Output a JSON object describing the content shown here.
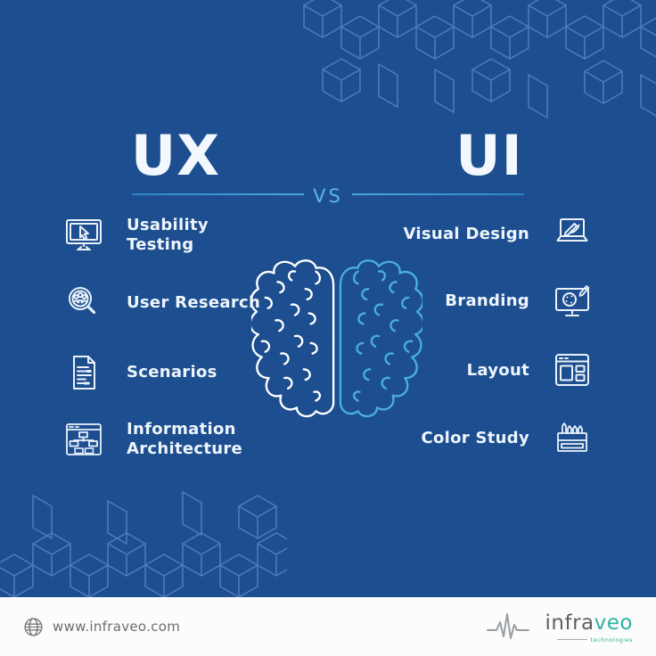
{
  "page": {
    "background_color": "#1d4e90",
    "accent_color": "#4facdf",
    "text_color": "#f2f8fd",
    "brand_teal": "#2bb3a2"
  },
  "header": {
    "ux_title": "UX",
    "ui_title": "UI",
    "versus": "VS"
  },
  "ux_column": {
    "items": [
      {
        "label": "Usability Testing",
        "icon": "monitor-cursor-icon"
      },
      {
        "label": "User Research",
        "icon": "magnifier-users-icon"
      },
      {
        "label": "Scenarios",
        "icon": "document-icon"
      },
      {
        "label": "Information Architecture",
        "icon": "sitemap-window-icon"
      }
    ]
  },
  "ui_column": {
    "items": [
      {
        "label": "Visual Design",
        "icon": "laptop-design-icon"
      },
      {
        "label": "Branding",
        "icon": "monitor-palette-icon"
      },
      {
        "label": "Layout",
        "icon": "layout-wireframe-icon"
      },
      {
        "label": "Color Study",
        "icon": "crayon-box-icon"
      }
    ]
  },
  "center": {
    "illustration": "split-brain",
    "left_half_color": "#ffffff",
    "right_half_color": "#4aaede"
  },
  "footer": {
    "website": "www.infraveo.com",
    "brand_prefix": "infra",
    "brand_suffix": "veo",
    "tagline": "technologies"
  }
}
